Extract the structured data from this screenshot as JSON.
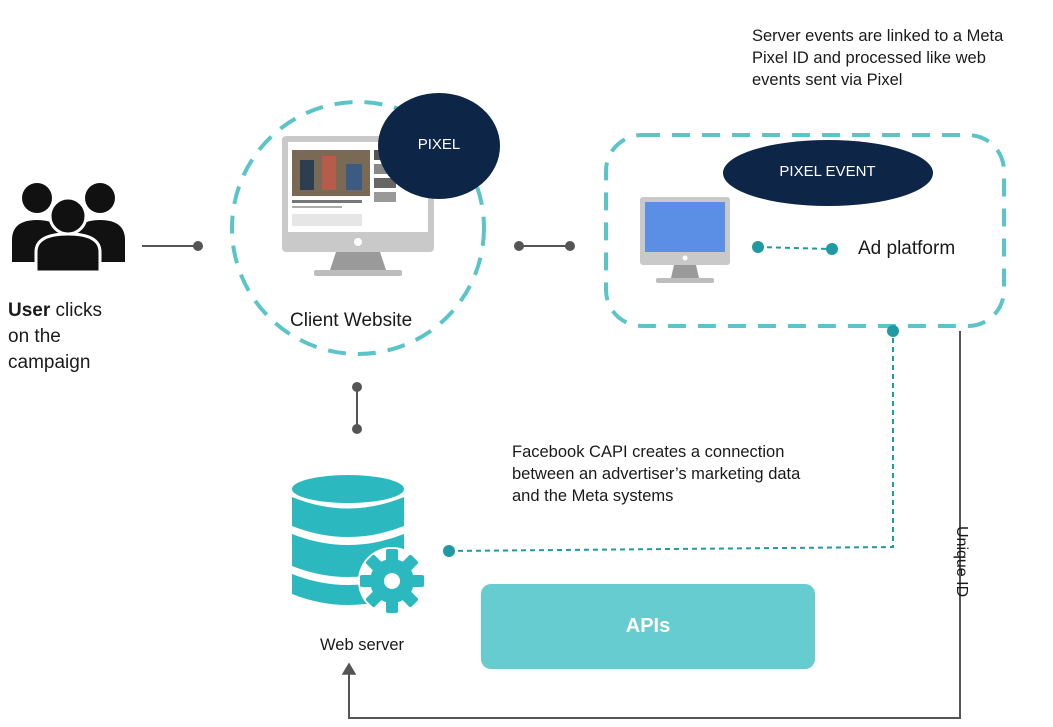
{
  "user": {
    "bold": "User",
    "rest1": " clicks",
    "line2": "on the",
    "line3": "campaign"
  },
  "client_website": {
    "label": "Client Website",
    "pixel_badge": "PIXEL"
  },
  "server_note": "Server events are linked to a Meta Pixel ID and processed like web events sent via Pixel",
  "ad_platform": {
    "badge": "PIXEL EVENT",
    "label": "Ad platform"
  },
  "capi_note": "Facebook CAPI creates a connection between an advertiser’s marketing data and the Meta systems",
  "web_server": {
    "label": "Web server"
  },
  "apis": {
    "label": "APIs"
  },
  "unique_id": {
    "label": "Unique ID"
  },
  "colors": {
    "teal": "#5bc4c9",
    "teal_dark": "#1f9aa3",
    "navy": "#0d2547",
    "connector": "#555555",
    "monitor_blue": "#5b8fe6"
  }
}
